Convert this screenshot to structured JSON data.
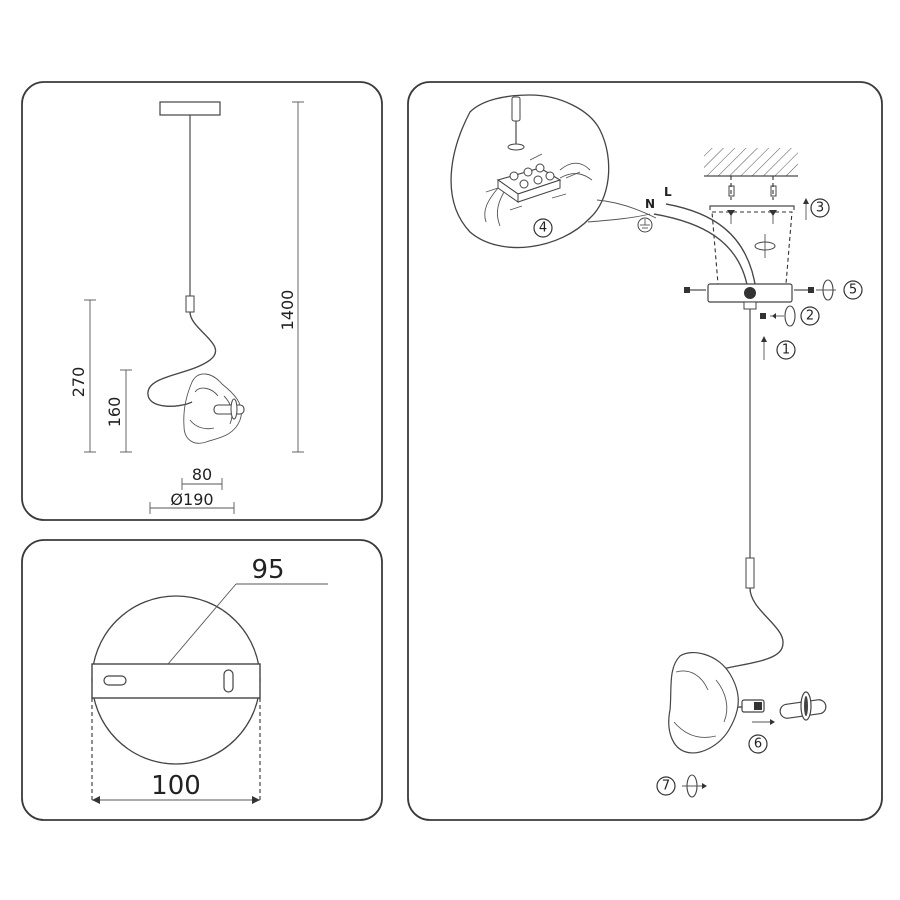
{
  "dimensions": {
    "total_height": "1400",
    "body_height": "270",
    "shade_height": "160",
    "width_small": "80",
    "diameter": "Ø190"
  },
  "canopy_detail": {
    "bracket_width": "95",
    "canopy_width": "100"
  },
  "wiring": {
    "neutral": "N",
    "live": "L"
  },
  "steps": [
    "1",
    "2",
    "3",
    "4",
    "5",
    "6",
    "7"
  ]
}
